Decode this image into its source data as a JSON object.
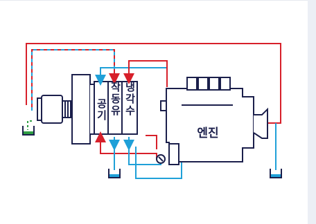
{
  "diagram": {
    "labels": {
      "air": "공기",
      "hydraulic": "작동유",
      "coolant": "냉각수",
      "engine": "엔진"
    },
    "colors": {
      "outline": "#1b1f4b",
      "red_line": "#d7202a",
      "blue_line": "#1fa0d8",
      "green_line": "#2f9e44",
      "panel": "#eceff5"
    },
    "icons": [
      "air-cleaner-icon",
      "engine-icon",
      "cooler-block-icon",
      "pump-icon",
      "tank-icon"
    ]
  }
}
